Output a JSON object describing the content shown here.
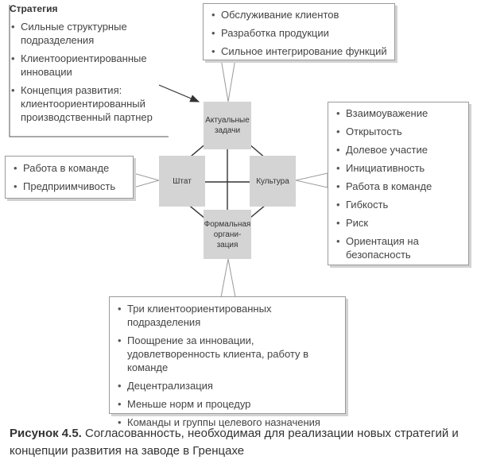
{
  "strategy": {
    "title": "Стратегия",
    "items": [
      "Сильные структурные подразделения",
      "Клиентоориентированные инновации",
      "Концепция развития: клиентоориентированный производственный партнер"
    ]
  },
  "tasks_callout": {
    "items": [
      "Обслуживание клиентов",
      "Разработка продукции",
      "Сильное интегрирование функций"
    ]
  },
  "staff_callout": {
    "items": [
      "Работа в команде",
      "Предприимчивость"
    ]
  },
  "culture_callout": {
    "items": [
      "Взаимоуважение",
      "Открытость",
      "Долевое участие",
      "Инициативность",
      "Работа в команде",
      "Гибкость",
      "Риск",
      "Ориентация на безопасность"
    ]
  },
  "org_callout": {
    "items": [
      "Три клиентоориентированных подразделения",
      "Поощрение за инновации, удовлетворенность клиента, работу в команде",
      "Децентрализация",
      "Меньше норм и процедур",
      "Команды и группы целевого назначения"
    ]
  },
  "nodes": {
    "tasks": "Актуальные задачи",
    "staff": "Штат",
    "culture": "Культура",
    "organization": "Формальная органи-зация"
  },
  "caption": {
    "label": "Рисунок 4.5.",
    "text": "Согласованность, необходимая для реализации новых стратегий и концепции развития на заводе в Гренцахе"
  },
  "colors": {
    "node_fill": "#d4d4d4",
    "line": "#333333",
    "border": "#9a9a9a",
    "shadow": "#d2d2d2"
  }
}
